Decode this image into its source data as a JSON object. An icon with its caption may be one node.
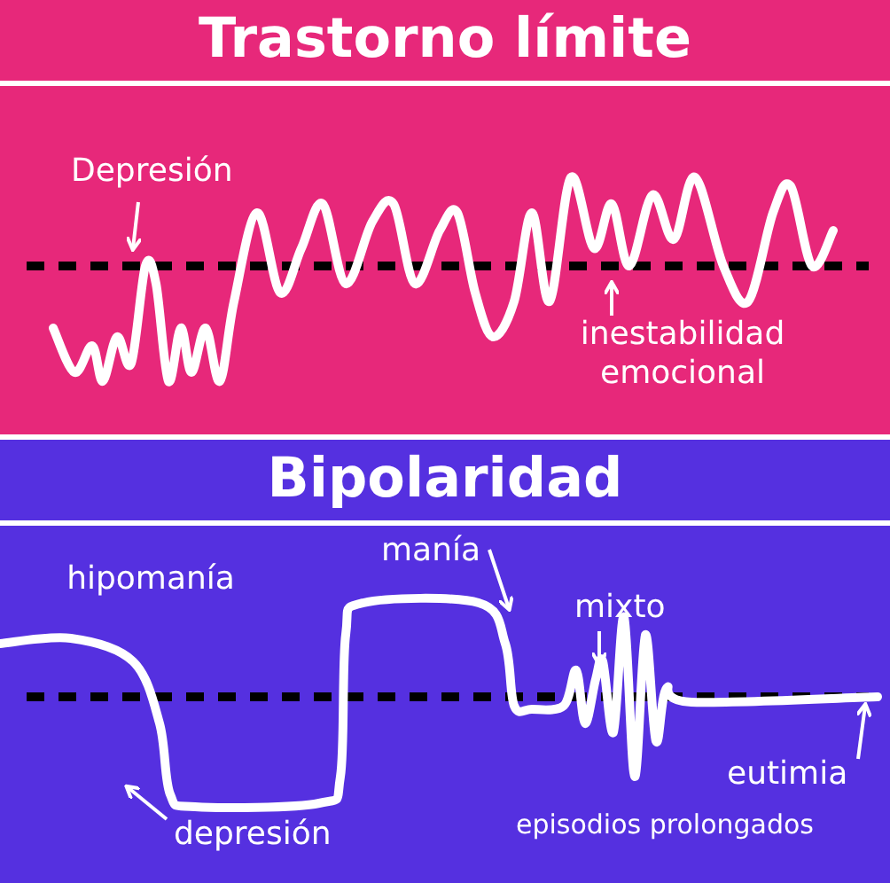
{
  "diagram": {
    "nodes": [
      {
        "text": [
          "Trastorno límite"
        ]
      },
      {
        "text": [
          "Depresión"
        ],
        "in": 0
      },
      {
        "text": [
          "inestabilidad emocional"
        ],
        "in": 0
      },
      {
        "text": [
          "Bipolaridad"
        ]
      },
      {
        "text": [
          "manía"
        ],
        "in": 3
      },
      {
        "text": [
          "mixto"
        ],
        "in": 3
      },
      {
        "text": [
          "depresión"
        ],
        "in": 3
      },
      {
        "text": [
          "eutimia"
        ],
        "in": 3
      }
    ],
    "edges": [
      {
        "from": 1,
        "to": null,
        "arrow": "to"
      },
      {
        "from": 2,
        "to": null,
        "arrow": "to"
      },
      {
        "from": 4,
        "to": null,
        "arrow": "to"
      },
      {
        "from": 5,
        "to": null,
        "arrow": "to"
      },
      {
        "from": 6,
        "to": null,
        "arrow": "to"
      },
      {
        "from": 7,
        "to": null,
        "arrow": "to"
      }
    ],
    "labels": [
      "hipomanía",
      "episodios prolongados"
    ]
  }
}
